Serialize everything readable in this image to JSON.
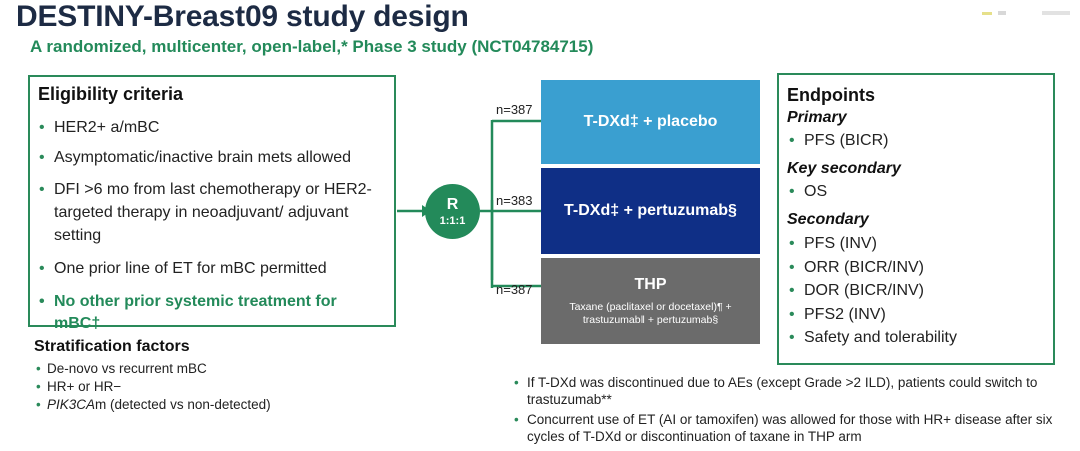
{
  "title": "DESTINY-Breast09 study design",
  "subtitle": "A randomized, multicenter, open-label,* Phase 3 study (NCT04784715)",
  "eligibility": {
    "heading": "Eligibility criteria",
    "items": [
      "HER2+ a/mBC",
      "Asymptomatic/inactive brain mets allowed",
      "DFI >6 mo from last chemotherapy or HER2-targeted therapy in neoadjuvant/ adjuvant setting",
      "One prior line of ET for mBC permitted"
    ],
    "emphasis": "No other prior systemic treatment for mBC†"
  },
  "randomization": {
    "letter": "R",
    "ratio": "1:1:1"
  },
  "arms": [
    {
      "n": "n=387",
      "label": "T-DXd‡ + placebo",
      "detail": ""
    },
    {
      "n": "n=383",
      "label": "T-DXd‡ + pertuzumab§",
      "detail": ""
    },
    {
      "n": "n=387",
      "label": "THP",
      "detail": "Taxane (paclitaxel or docetaxel)¶ + trastuzumab‖ + pertuzumab§"
    }
  ],
  "endpoints": {
    "heading": "Endpoints",
    "primary": {
      "label": "Primary",
      "items": [
        "PFS (BICR)"
      ]
    },
    "key_secondary": {
      "label": "Key secondary",
      "items": [
        "OS"
      ]
    },
    "secondary": {
      "label": "Secondary",
      "items": [
        "PFS (INV)",
        "ORR (BICR/INV)",
        "DOR (BICR/INV)",
        "PFS2 (INV)",
        "Safety and tolerability"
      ]
    }
  },
  "stratification": {
    "heading": "Stratification factors",
    "items": [
      "De-novo vs recurrent mBC",
      "HR+ or HR−"
    ],
    "pik3ca_gene": "PIK3CA",
    "pik3ca_rest": "m (detected vs non-detected)"
  },
  "notes": [
    "If T-DXd was discontinued due to AEs (except Grade >2 ILD), patients could switch to trastuzumab**",
    "Concurrent use of ET (AI or tamoxifen) was allowed for those with HR+ disease after six cycles of T-DXd or discontinuation of taxane in THP arm"
  ],
  "colors": {
    "green": "#238a5a",
    "navy": "#1d2b44",
    "arm1": "#3a9fd0",
    "arm2": "#0f2f86",
    "arm3": "#6b6b6b"
  }
}
